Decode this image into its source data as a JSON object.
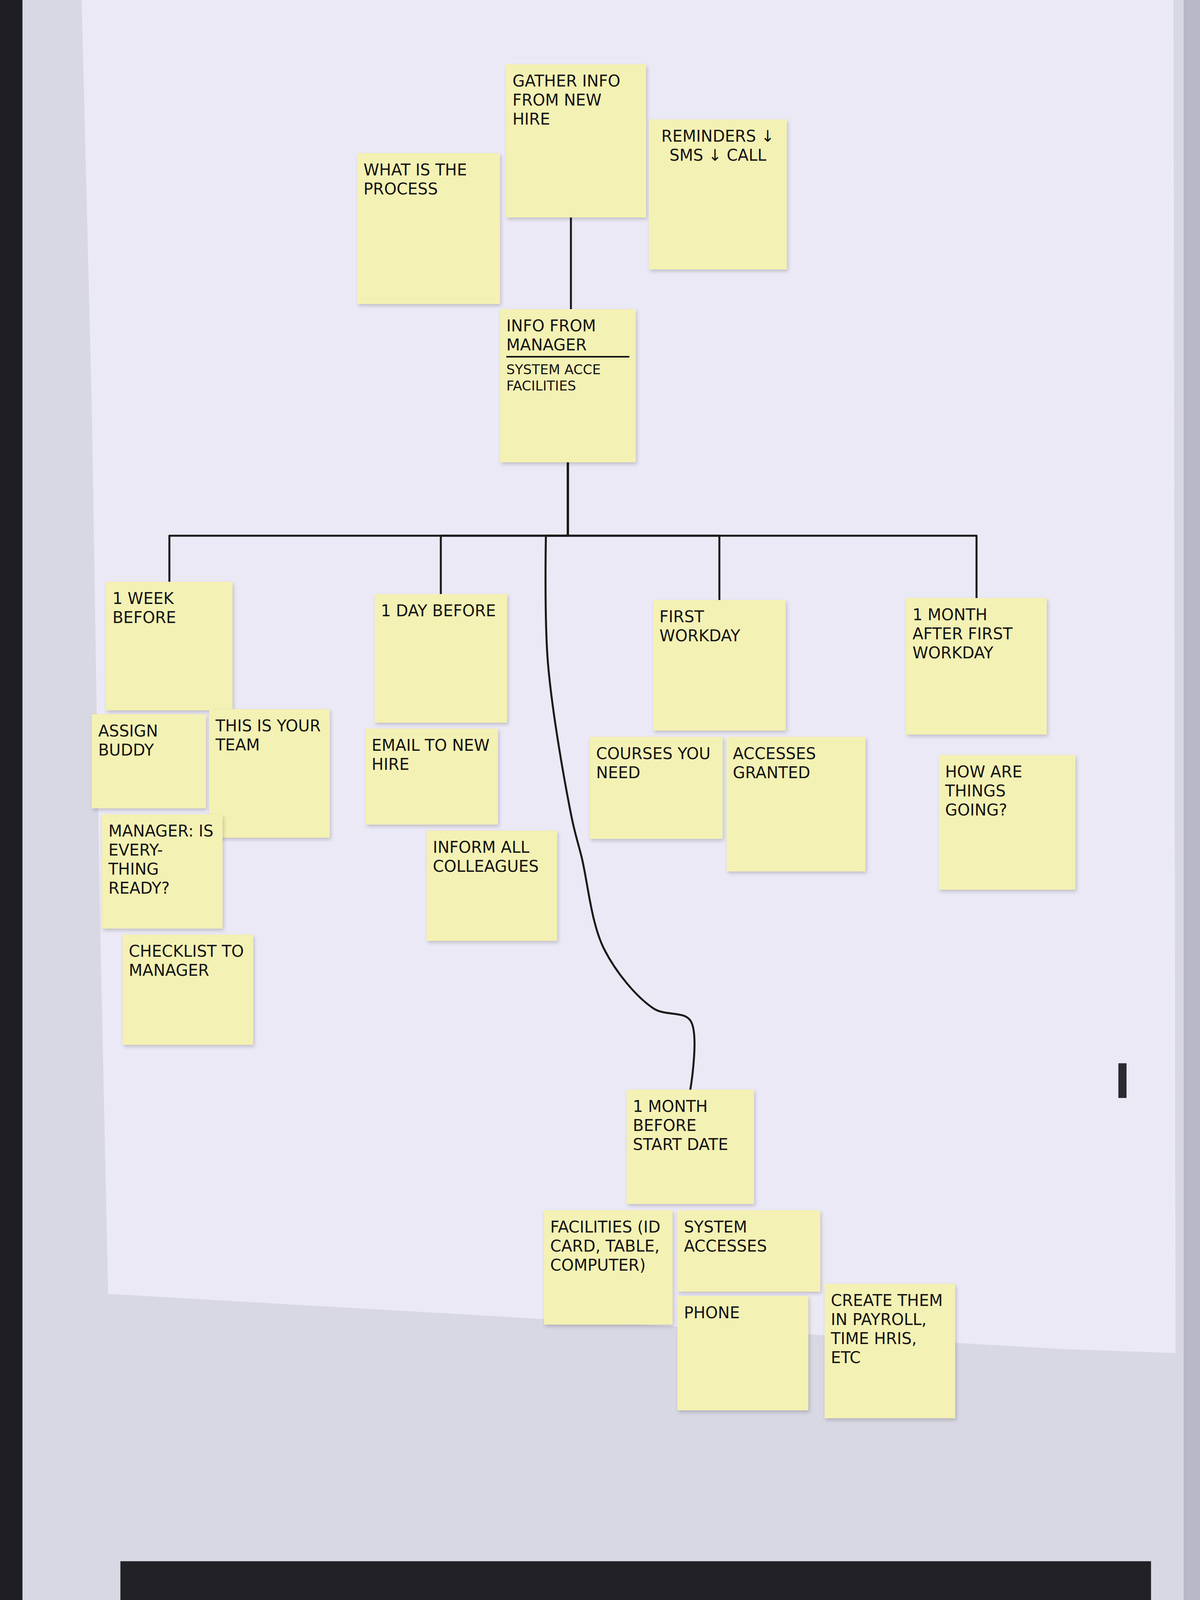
{
  "diagram": {
    "nodes": [
      {
        "text": [
          "WHAT IS THE PROCESS"
        ]
      },
      {
        "text": [
          "GATHER INFO FROM NEW HIRE"
        ]
      },
      {
        "text": [
          "REMINDERS ↓ SMS ↓ CALL"
        ]
      },
      {
        "text": [
          "INFO FROM MANAGER",
          "SYSTEM ACCE FACILITIES"
        ]
      },
      {
        "text": [
          "1 WEEK BEFORE"
        ]
      },
      {
        "text": [
          "ASSIGN BUDDY"
        ]
      },
      {
        "text": [
          "THIS IS YOUR TEAM"
        ]
      },
      {
        "text": [
          "MANAGER: IS EVERY- THING READY?"
        ]
      },
      {
        "text": [
          "CHECKLIST TO MANAGER"
        ]
      },
      {
        "text": [
          "1 DAY BEFORE"
        ]
      },
      {
        "text": [
          "EMAIL TO NEW HIRE"
        ]
      },
      {
        "text": [
          "INFORM ALL COLLEAGUES"
        ]
      },
      {
        "text": [
          "FIRST WORKDAY"
        ]
      },
      {
        "text": [
          "COURSES YOU NEED"
        ]
      },
      {
        "text": [
          "ACCESSES GRANTED"
        ]
      },
      {
        "text": [
          "1 MONTH AFTER FIRST WORKDAY"
        ]
      },
      {
        "text": [
          "HOW ARE THINGS GOING?"
        ]
      },
      {
        "text": [
          "1 MONTH BEFORE START DATE"
        ]
      },
      {
        "text": [
          "FACILITIES (ID CARD, TABLE, COMPUTER)"
        ]
      },
      {
        "text": [
          "SYSTEM ACCESSES"
        ]
      },
      {
        "text": [
          "PHONE"
        ]
      },
      {
        "text": [
          "CREATE THEM IN PAYROLL, TIME HRIS, ETC"
        ]
      }
    ],
    "edges": [
      {
        "from": 1,
        "to": 3,
        "arrow": "none"
      },
      {
        "from": 3,
        "to": 4,
        "arrow": "none"
      },
      {
        "from": 3,
        "to": 9,
        "arrow": "none"
      },
      {
        "from": 3,
        "to": 17,
        "arrow": "none"
      },
      {
        "from": 3,
        "to": 12,
        "arrow": "none"
      },
      {
        "from": 3,
        "to": 15,
        "arrow": "none"
      }
    ]
  }
}
